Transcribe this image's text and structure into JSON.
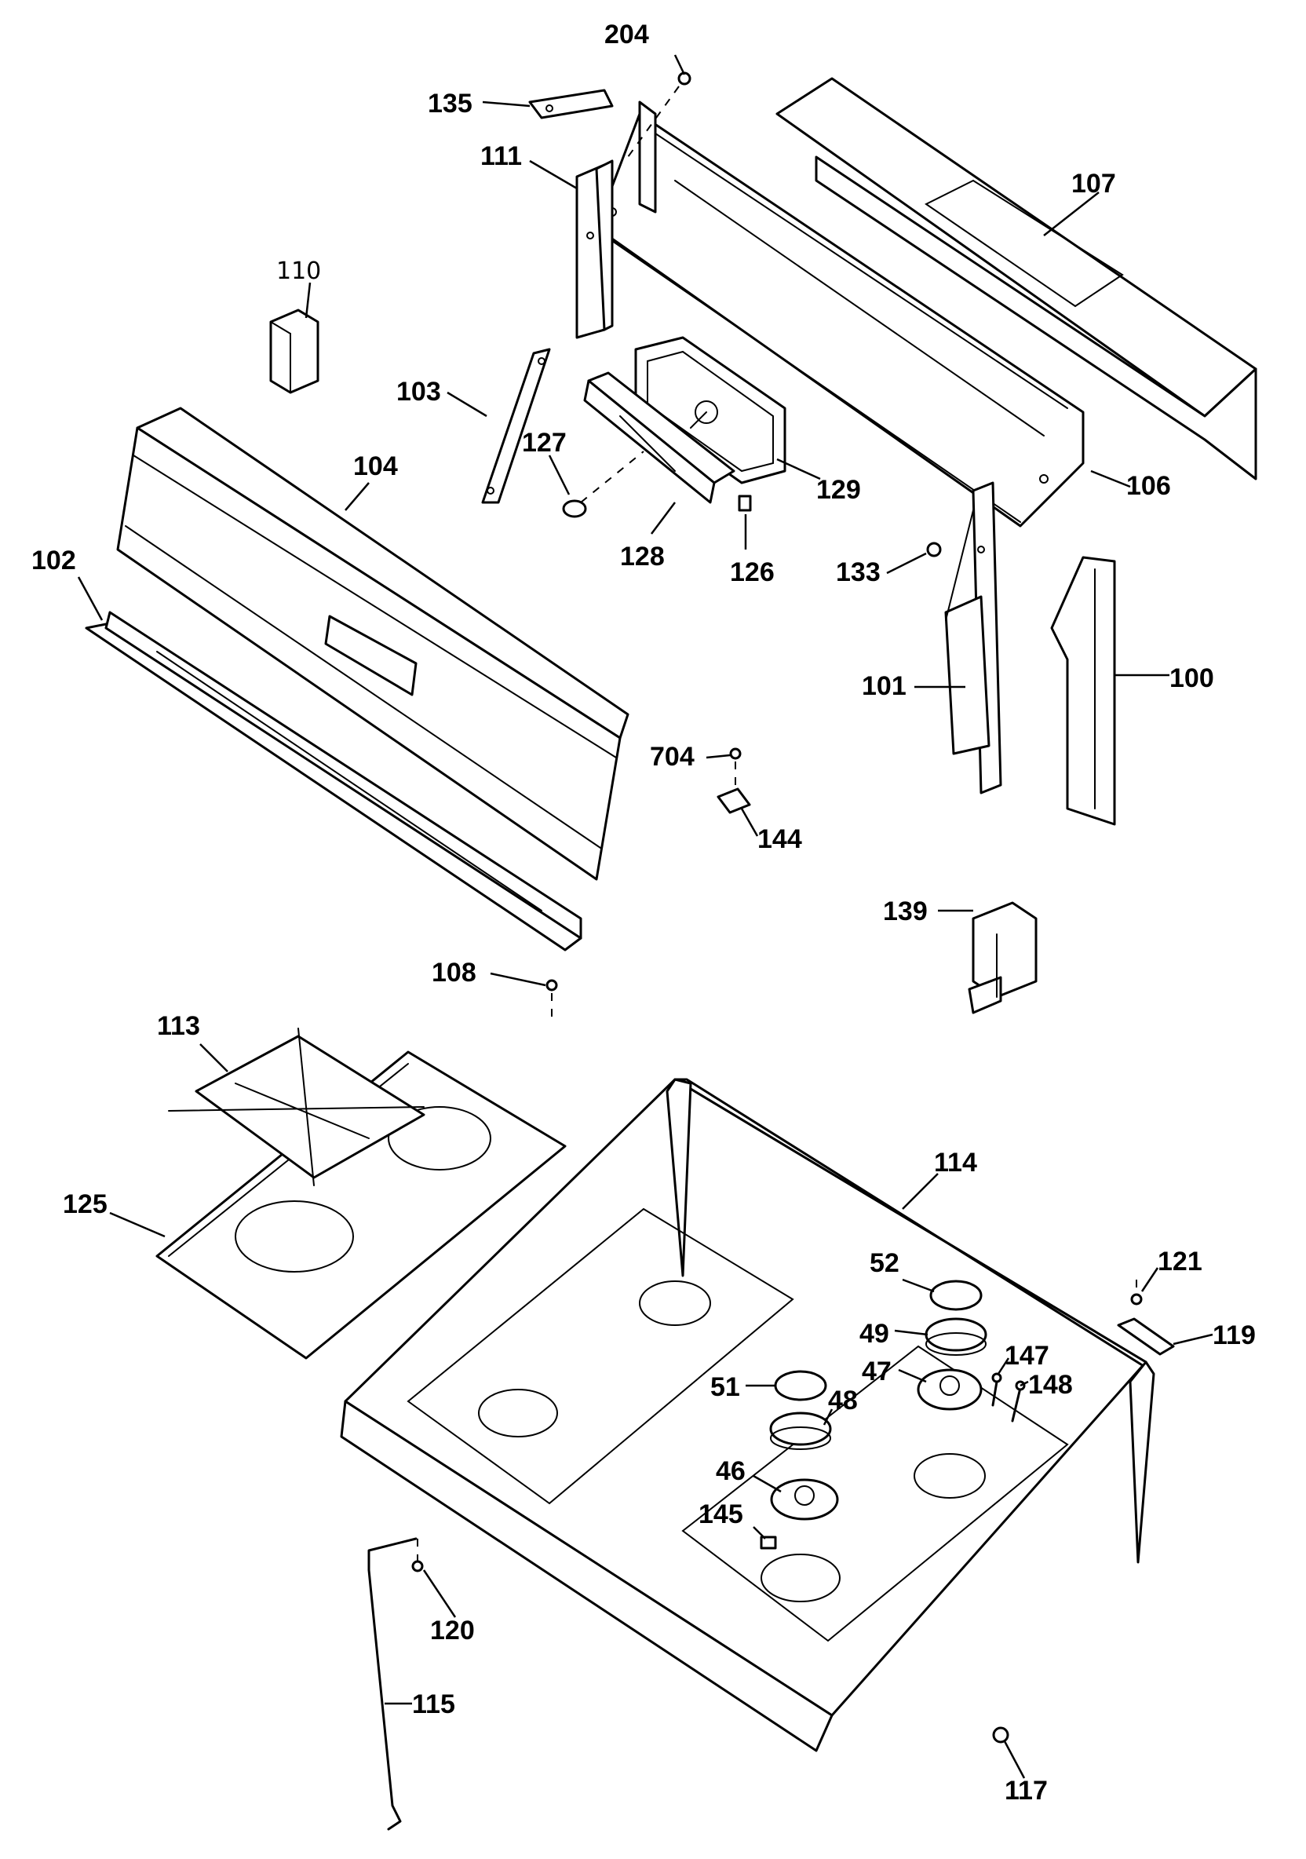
{
  "callouts": {
    "c204": "204",
    "c135": "135",
    "c111": "111",
    "c107": "107",
    "c110": "110",
    "c103": "103",
    "c104": "104",
    "c127": "127",
    "c129": "129",
    "c128": "128",
    "c126": "126",
    "c106": "106",
    "c133": "133",
    "c102": "102",
    "c101": "101",
    "c100": "100",
    "c704": "704",
    "c144": "144",
    "c139": "139",
    "c108": "108",
    "c113": "113",
    "c114": "114",
    "c125": "125",
    "c52": "52",
    "c121": "121",
    "c49": "49",
    "c147": "147",
    "c119": "119",
    "c47": "47",
    "c148": "148",
    "c51": "51",
    "c48": "48",
    "c46": "46",
    "c145": "145",
    "c120": "120",
    "c115": "115",
    "c117": "117"
  }
}
